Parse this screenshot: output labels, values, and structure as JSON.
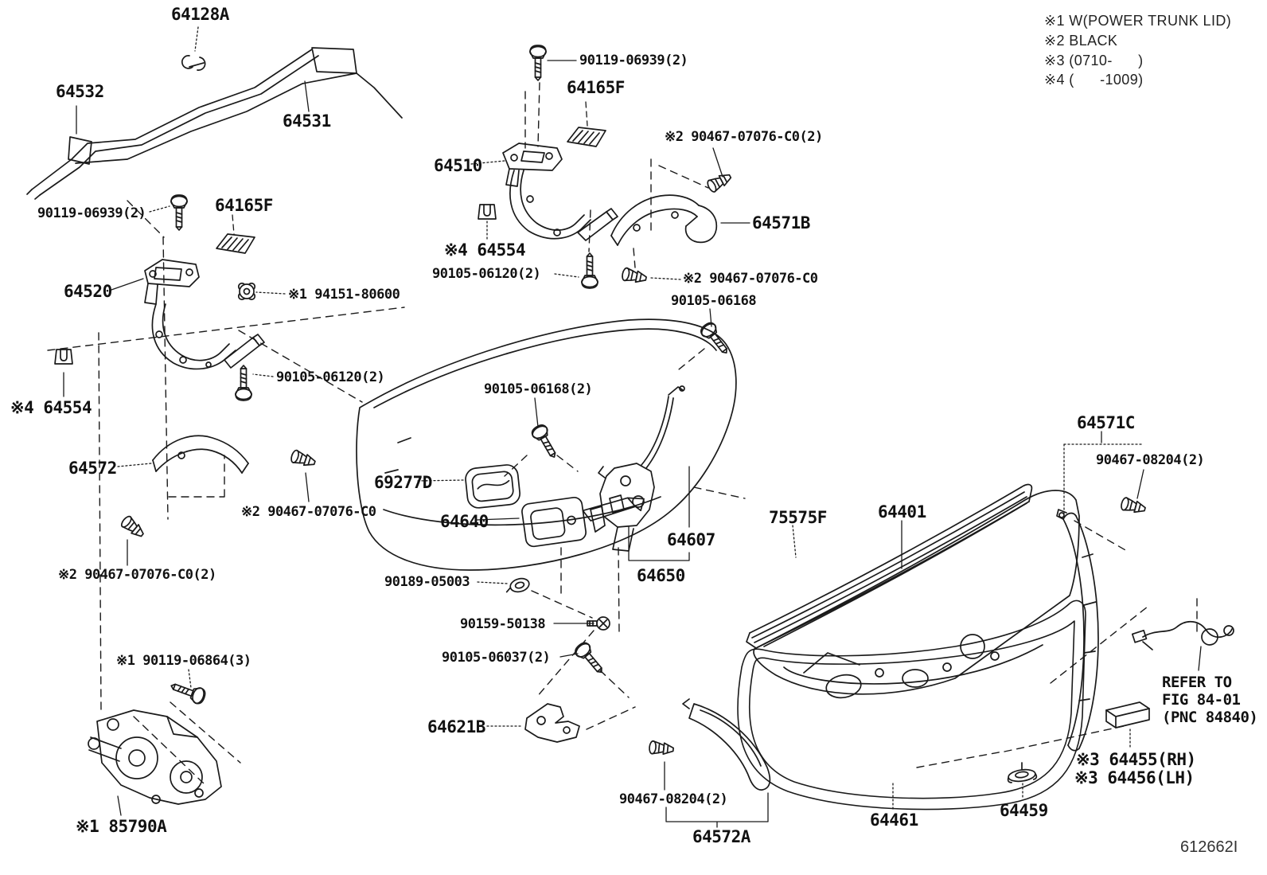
{
  "colors": {
    "ink": "#1a1a1a",
    "background": "#ffffff"
  },
  "icons": {
    "bolt": "hex-flange-bolt-icon",
    "push_clip": "push-rivet-clip-icon",
    "u_clip": "u-nut-clip-icon",
    "plate": "striker-shim-plate-icon",
    "nut": "grommet-nut-icon",
    "grommet": "grommet-icon",
    "screw": "pan-head-screw-icon",
    "flat_clip": "snap-clip-icon"
  },
  "legend": {
    "items": [
      "※1 W(POWER TRUNK LID)",
      "※2 BLACK",
      "※3 (0710-      )",
      "※4 (      -1009)"
    ]
  },
  "note": {
    "lines": [
      "REFER TO",
      "FIG 84-01",
      "(PNC 84840)"
    ]
  },
  "figure_code": "612662I",
  "labels": [
    {
      "id": "64128A",
      "text": "64128A"
    },
    {
      "id": "64532",
      "text": "64532"
    },
    {
      "id": "64531",
      "text": "64531"
    },
    {
      "id": "90119-06939-top",
      "text": "90119-06939(2)"
    },
    {
      "id": "64165F-top",
      "text": "64165F"
    },
    {
      "id": "64510",
      "text": "64510"
    },
    {
      "id": "90467-07076-C0-2-top",
      "text": "※2 90467-07076-C0(2)"
    },
    {
      "id": "64571B",
      "text": "64571B"
    },
    {
      "id": "64554-top",
      "text": "※4 64554"
    },
    {
      "id": "90105-06120-top",
      "text": "90105-06120(2)"
    },
    {
      "id": "90467-07076-C0-mid",
      "text": "※2 90467-07076-C0"
    },
    {
      "id": "90105-06168-right",
      "text": "90105-06168"
    },
    {
      "id": "90119-06939-left",
      "text": "90119-06939(2)"
    },
    {
      "id": "64165F-left",
      "text": "64165F"
    },
    {
      "id": "64520",
      "text": "64520"
    },
    {
      "id": "94151-80600",
      "text": "※1 94151-80600"
    },
    {
      "id": "90105-06120-left",
      "text": "90105-06120(2)"
    },
    {
      "id": "64554-left",
      "text": "※4 64554"
    },
    {
      "id": "64572",
      "text": "64572"
    },
    {
      "id": "90467-07076-C0-left",
      "text": "※2 90467-07076-C0"
    },
    {
      "id": "90467-07076-C0-2-left",
      "text": "※2 90467-07076-C0(2)"
    },
    {
      "id": "90119-06864",
      "text": "※1 90119-06864(3)"
    },
    {
      "id": "85790A",
      "text": "※1 85790A"
    },
    {
      "id": "90105-06168-center",
      "text": "90105-06168(2)"
    },
    {
      "id": "69277D",
      "text": "69277D"
    },
    {
      "id": "64640",
      "text": "64640"
    },
    {
      "id": "64607",
      "text": "64607"
    },
    {
      "id": "64650",
      "text": "64650"
    },
    {
      "id": "90189-05003",
      "text": "90189-05003"
    },
    {
      "id": "90159-50138",
      "text": "90159-50138"
    },
    {
      "id": "90105-06037",
      "text": "90105-06037(2)"
    },
    {
      "id": "64621B",
      "text": "64621B"
    },
    {
      "id": "75575F",
      "text": "75575F"
    },
    {
      "id": "64401",
      "text": "64401"
    },
    {
      "id": "64571C",
      "text": "64571C"
    },
    {
      "id": "90467-08204-right",
      "text": "90467-08204(2)"
    },
    {
      "id": "64455-RH",
      "text": "※3 64455(RH)"
    },
    {
      "id": "64456-LH",
      "text": "※3 64456(LH)"
    },
    {
      "id": "64459",
      "text": "64459"
    },
    {
      "id": "90467-08204-bottom",
      "text": "90467-08204(2)"
    },
    {
      "id": "64572A",
      "text": "64572A"
    },
    {
      "id": "64461",
      "text": "64461"
    }
  ]
}
